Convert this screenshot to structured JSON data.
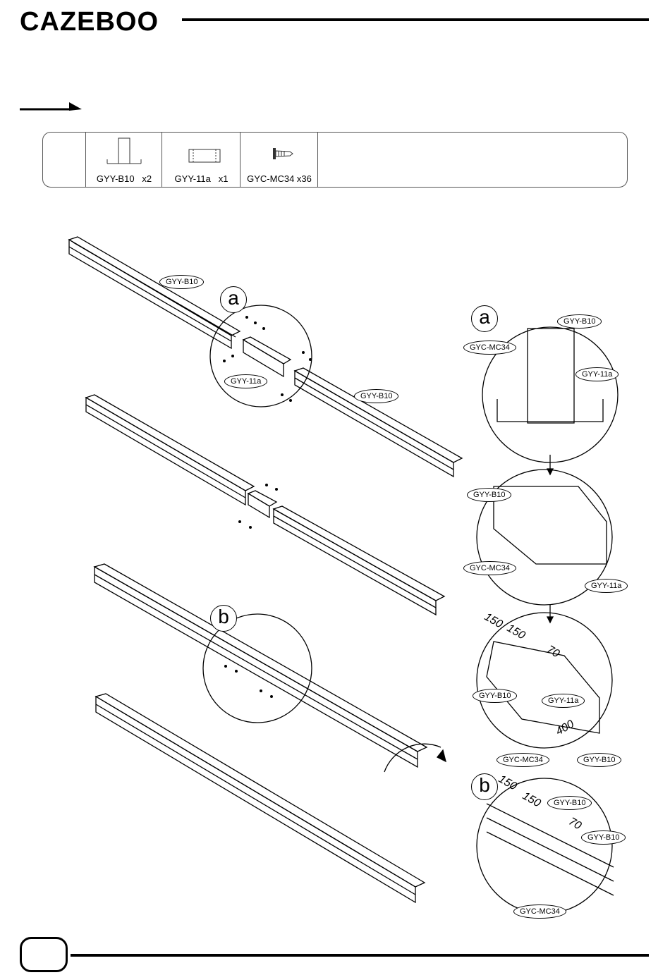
{
  "brand": {
    "logo_text": "CAZEBOO"
  },
  "parts": [
    {
      "icon": "beam-section-icon",
      "label": "GYY-B10   x2"
    },
    {
      "icon": "connector-plate-icon",
      "label": "GYY-11a   x1"
    },
    {
      "icon": "screw-icon",
      "label": "GYC-MC34 x36"
    }
  ],
  "main_tags": {
    "beam_left": "GYY-B10",
    "connector": "GYY-11a",
    "beam_right": "GYY-B10"
  },
  "detail_letters": {
    "a": "a",
    "b": "b"
  },
  "detail_a_section": {
    "letter": "a",
    "beam": "GYY-B10",
    "screw": "GYC-MC34",
    "connector": "GYY-11a"
  },
  "detail_a_iso": {
    "beam": "GYY-B10",
    "screw": "GYC-MC34",
    "connector": "GYY-11a"
  },
  "detail_a_dims": {
    "d1": "150",
    "d2": "150",
    "d3": "70",
    "d4": "400",
    "beam": "GYY-B10",
    "connector": "GYY-11a",
    "screw": "GYC-MC34",
    "beam_right": "GYY-B10"
  },
  "detail_b": {
    "letter": "b",
    "d1": "150",
    "d2": "150",
    "d3": "70",
    "beam_top": "GYY-B10",
    "beam_right": "GYY-B10",
    "screw": "GYC-MC34"
  }
}
